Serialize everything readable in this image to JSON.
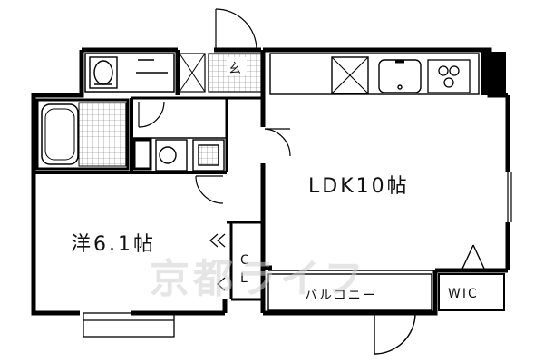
{
  "rooms": {
    "ldk": "LDK10帖",
    "western": "洋6.1帖",
    "balcony": "バルコニー",
    "wic": "WIC",
    "entrance": "玄"
  },
  "closet": {
    "c": "C",
    "l": "L"
  },
  "watermark": "京都ライフ"
}
